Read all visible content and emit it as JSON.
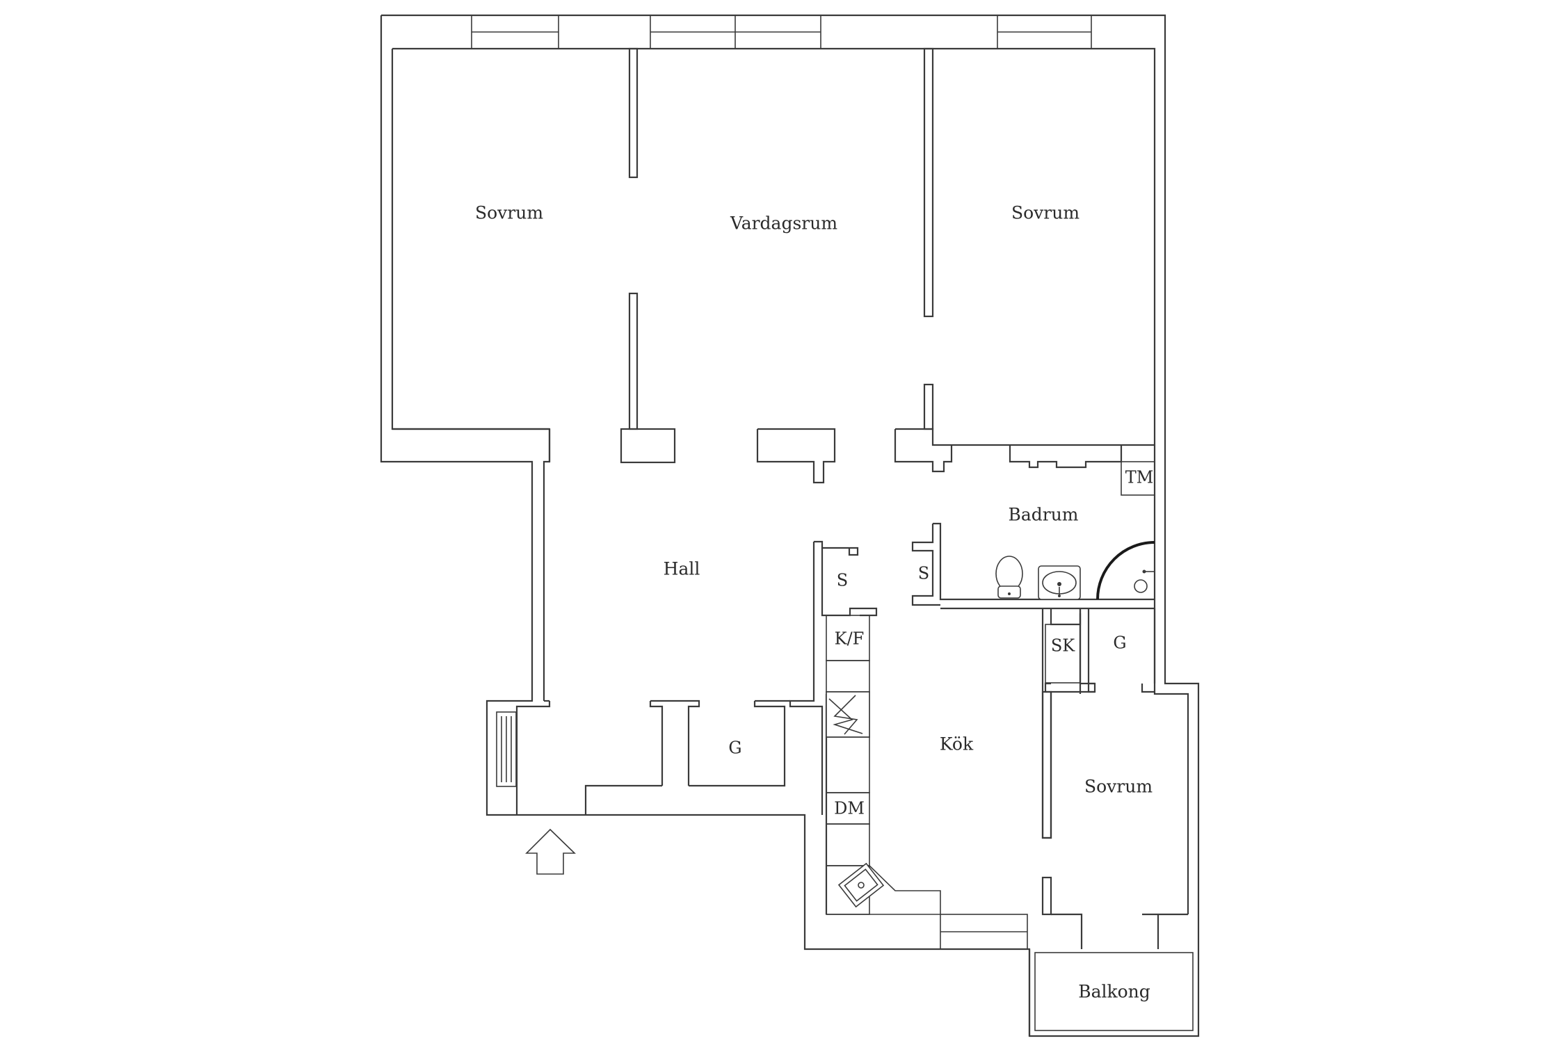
{
  "rooms": {
    "sovrum_west": "Sovrum",
    "vardagsrum": "Vardagsrum",
    "sovrum_east": "Sovrum",
    "badrum": "Badrum",
    "hall": "Hall",
    "kok": "Kök",
    "sovrum_south": "Sovrum",
    "balkong": "Balkong"
  },
  "fixtures": {
    "tm": "TM",
    "s_hall": "S",
    "s_bath": "S",
    "kf": "K/F",
    "sk": "SK",
    "g_bedroom": "G",
    "g_hall": "G",
    "dm": "DM"
  },
  "icons": {
    "entrance": "entrance-arrow-icon",
    "radiator": "radiator-icon",
    "stove": "stove-icon",
    "sink": "kitchen-sink-icon",
    "toilet": "toilet-icon",
    "washbasin": "washbasin-icon",
    "shower": "shower-icon"
  },
  "colors": {
    "line": "#3a3a3a",
    "background": "#ffffff"
  }
}
